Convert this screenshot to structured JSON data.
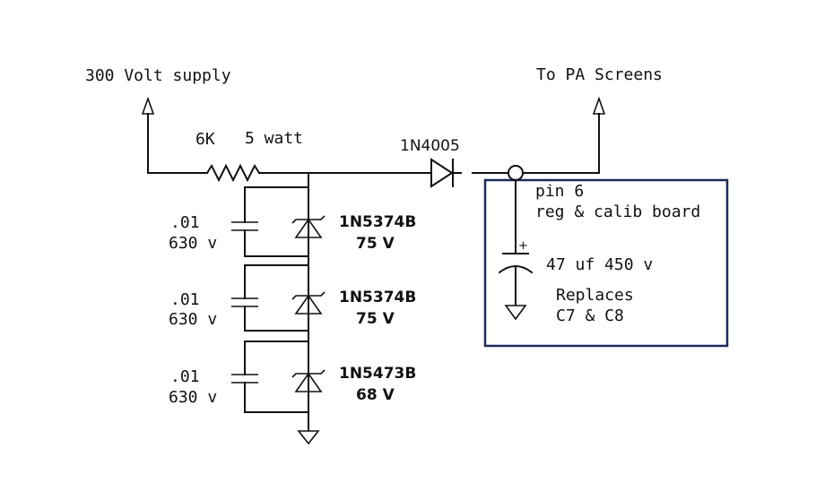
{
  "labels": {
    "supply": "300 Volt supply",
    "output": "To PA Screens",
    "resistor": "6K",
    "resistor_power": "5 watt",
    "diode": "1N4005",
    "pin": "pin 6",
    "board": "reg & calib board",
    "cap_plus": "+",
    "electrolytic": "47 uf 450 v",
    "replaces_1": "Replaces",
    "replaces_2": "C7 & C8"
  },
  "stages": [
    {
      "cap_value": ".01",
      "cap_voltage": "630 v",
      "zener_part": "1N5374B",
      "zener_voltage": "75 V"
    },
    {
      "cap_value": ".01",
      "cap_voltage": "630 v",
      "zener_part": "1N5374B",
      "zener_voltage": "75 V"
    },
    {
      "cap_value": ".01",
      "cap_voltage": "630 v",
      "zener_part": "1N5473B",
      "zener_voltage": "68 V"
    }
  ]
}
